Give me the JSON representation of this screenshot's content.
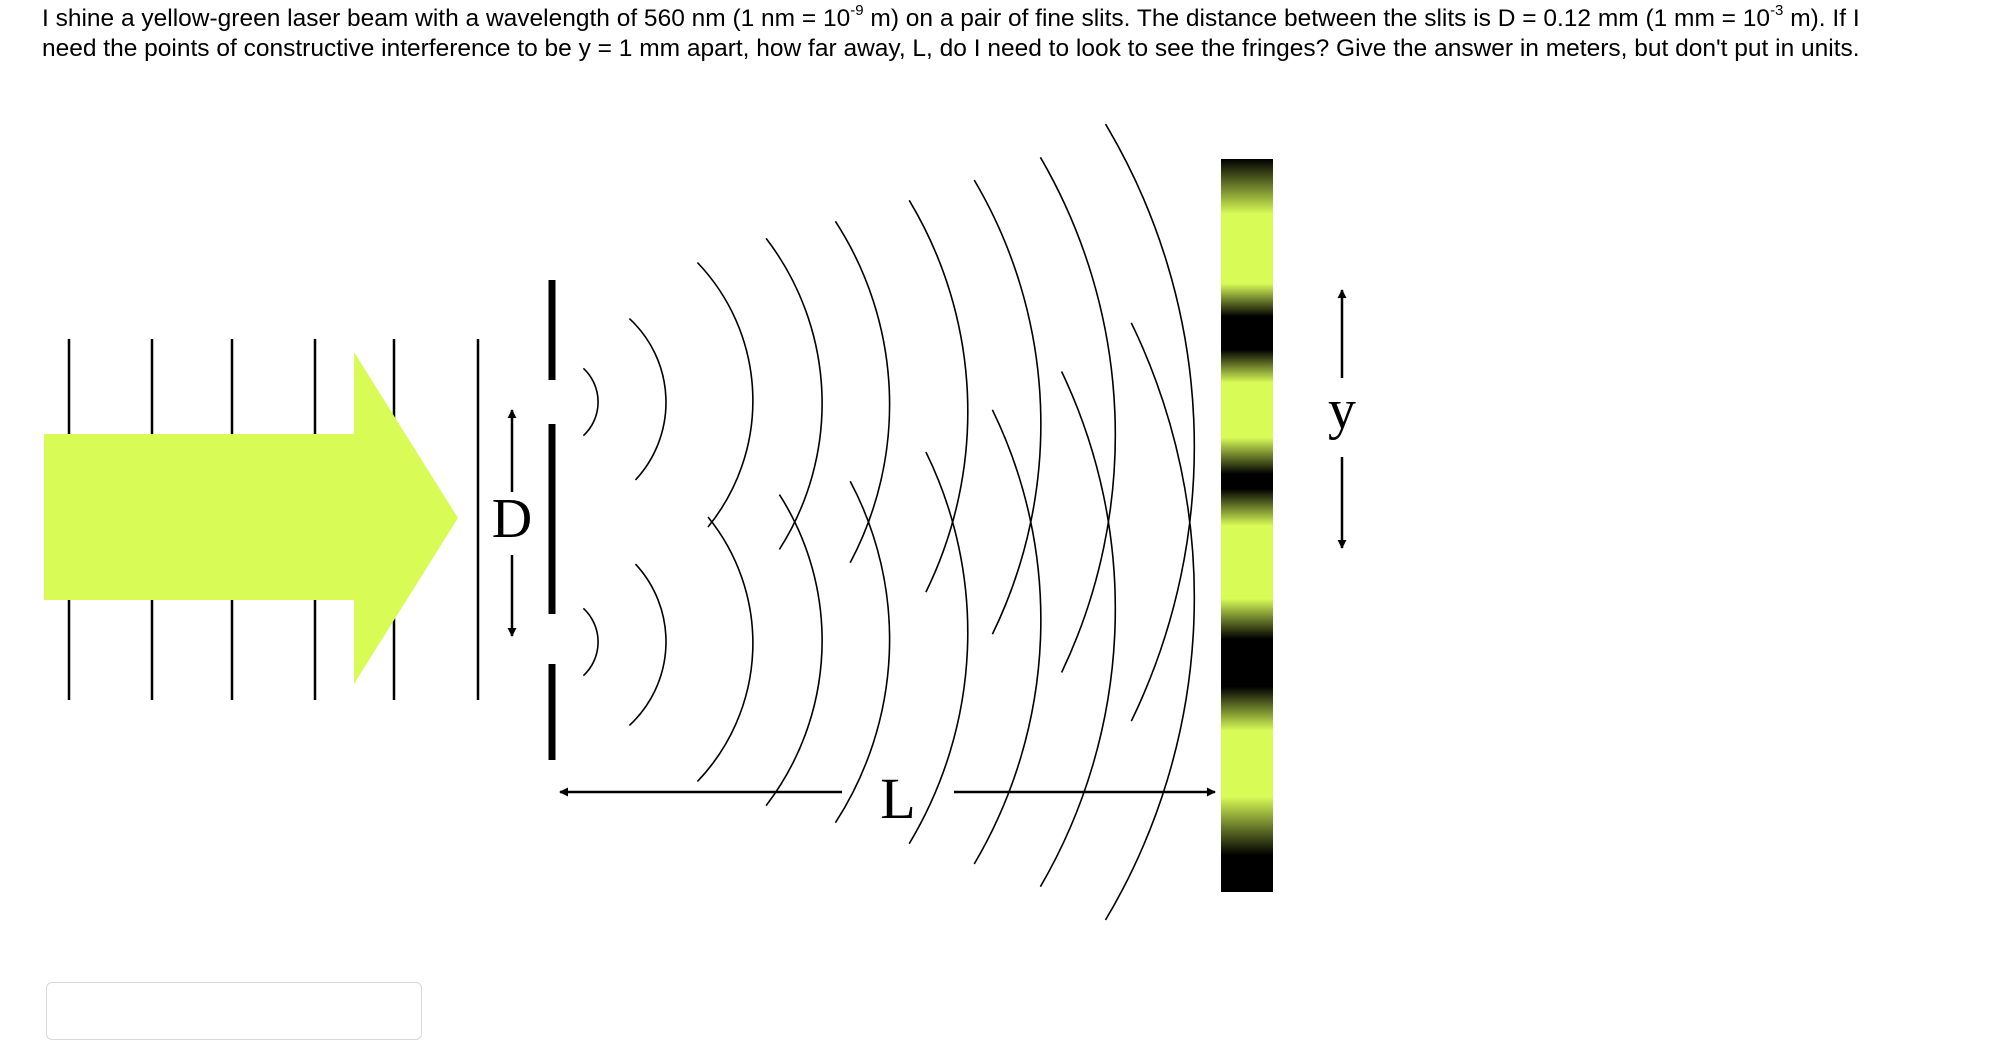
{
  "question": {
    "line1_a": "I shine a yellow-green laser beam with a wavelength of 560 nm (1 nm = 10",
    "exp1": "-9",
    "line1_b": " m) on a pair of fine slits.  The distance between the slits is D = 0.12 mm (1 mm = 10",
    "exp2": "-3",
    "line1_c": " m).  If I",
    "line2": "need the points of constructive interference to be y = 1 mm apart, how far away, L, do I need to look to see the fringes?  Give the answer in meters, but don't put in units."
  },
  "diagram": {
    "label_D": "D",
    "label_L": "L",
    "label_y": "y",
    "colors": {
      "beam": "#d8fb56",
      "fringe_bright": "#d8fb56",
      "fringe_dark": "#000000"
    }
  },
  "answer": {
    "value": "",
    "placeholder": ""
  }
}
